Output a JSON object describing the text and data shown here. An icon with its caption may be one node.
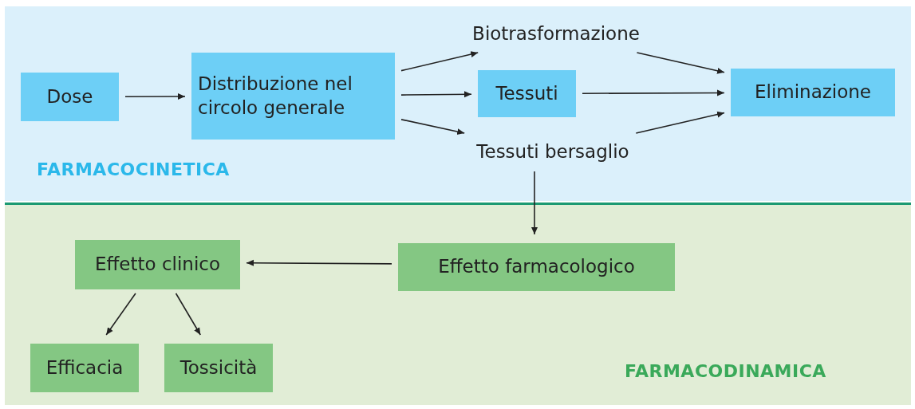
{
  "diagram": {
    "nodes": [
      {
        "text": [
          "FARMACOCINETICA"
        ]
      },
      {
        "text": [
          "Dose"
        ],
        "in": 0
      },
      {
        "text": [
          "Distribuzione nel circolo generale"
        ],
        "in": 0
      },
      {
        "text": [
          "Biotrasformazione"
        ],
        "in": 0
      },
      {
        "text": [
          "Tessuti"
        ],
        "in": 0
      },
      {
        "text": [
          "Tessuti bersaglio"
        ],
        "in": 0
      },
      {
        "text": [
          "Eliminazione"
        ],
        "in": 0
      },
      {
        "text": [
          "FARMACODINAMICA"
        ]
      },
      {
        "text": [
          "Effetto clinico"
        ],
        "in": 7
      },
      {
        "text": [
          "Effetto farmacologico"
        ],
        "in": 7
      },
      {
        "text": [
          "Efficacia"
        ],
        "in": 7
      },
      {
        "text": [
          "Tossicità"
        ],
        "in": 7
      }
    ],
    "edges": [
      {
        "from": 1,
        "to": 2,
        "arrow": "to"
      },
      {
        "from": 2,
        "to": 3,
        "arrow": "to"
      },
      {
        "from": 2,
        "to": 4,
        "arrow": "to"
      },
      {
        "from": 2,
        "to": 5,
        "arrow": "to"
      },
      {
        "from": 3,
        "to": 6,
        "arrow": "to"
      },
      {
        "from": 4,
        "to": 6,
        "arrow": "to"
      },
      {
        "from": 5,
        "to": 6,
        "arrow": "to"
      },
      {
        "from": 5,
        "to": 9,
        "arrow": "to"
      },
      {
        "from": 9,
        "to": 8,
        "arrow": "to"
      },
      {
        "from": 8,
        "to": 10,
        "arrow": "to"
      },
      {
        "from": 8,
        "to": 11,
        "arrow": "to"
      }
    ]
  }
}
